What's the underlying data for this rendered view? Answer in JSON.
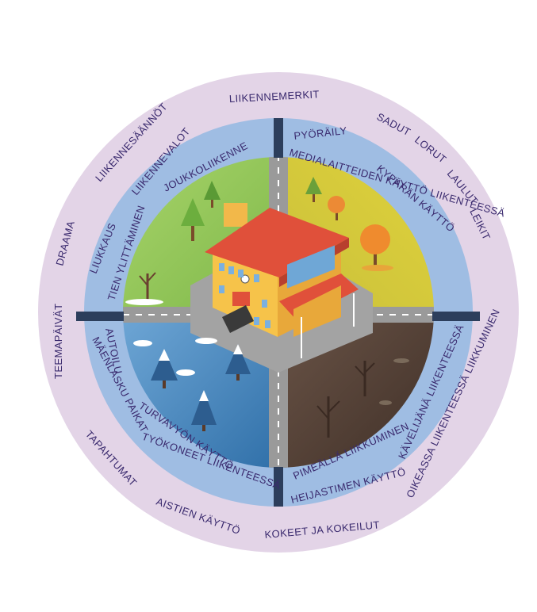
{
  "colors": {
    "outer_ring": "#e3d4e7",
    "middle_ring": "#9fbde3",
    "divider": "#2c3e5c",
    "text": "#3a2a6e",
    "road": "#9a9a9a",
    "road_mark": "#ffffff",
    "spring_green": "#9ccc5a",
    "autumn_yellow": "#d9d23a",
    "winter_blue": "#4d8fc4",
    "dark_brown": "#5a4438",
    "roof": "#e0503a",
    "building_wall": "#f6c34a"
  },
  "outer_ring": {
    "liikennemerkit": "LIIKENNEMERKIT",
    "liikennesaannot": "LIIKENNESÄÄNNÖT",
    "draama": "DRAAMA",
    "teemapaivat": "TEEMAPÄIVÄT",
    "tapahtumat": "TAPAHTUMAT",
    "aistien_kaytto": "AISTIEN KÄYTTÖ",
    "kokeet": "KOKEET JA KOKEILUT",
    "oikeassa": "OIKEASSA LIIKENTEESSÄ LIIKKUMINEN",
    "sadut": "SADUT",
    "lorut": "LORUT",
    "laulut": "LAULUT",
    "leikit": "LEIKIT"
  },
  "middle_ring": {
    "top_left": {
      "liikennevalot": "LIIKENNEVALOT",
      "joukkoliikenne": "JOUKKOLIIKENNE",
      "liukkaus": "LIUKKAUS",
      "tien_ylittaminen": "TIEN YLITTÄMINEN"
    },
    "top_right": {
      "pyoraily": "PYÖRÄILY",
      "medialaitteiden": "MEDIALAITTEIDEN KÄYTTÖ LIIKENTEESSÄ",
      "kyparan": "KYPÄRÄN KÄYTTÖ"
    },
    "bottom_left": {
      "autoilu": "AUTOILU",
      "maenlasku": "MÄENLASKU PAIKAT",
      "turvavyon": "TURVAVYÖN KÄYTTÖ",
      "tyokoneet": "TYÖKONEET LIIKENTEESSÄ"
    },
    "bottom_right": {
      "pimealla": "PIMEÄLLÄ LIIKKUMINEN",
      "heijastimen": "HEIJASTIMEN KÄYTTÖ",
      "kavelijana": "KÄVELIJÄNÄ LIIKENTEESSÄ"
    }
  }
}
